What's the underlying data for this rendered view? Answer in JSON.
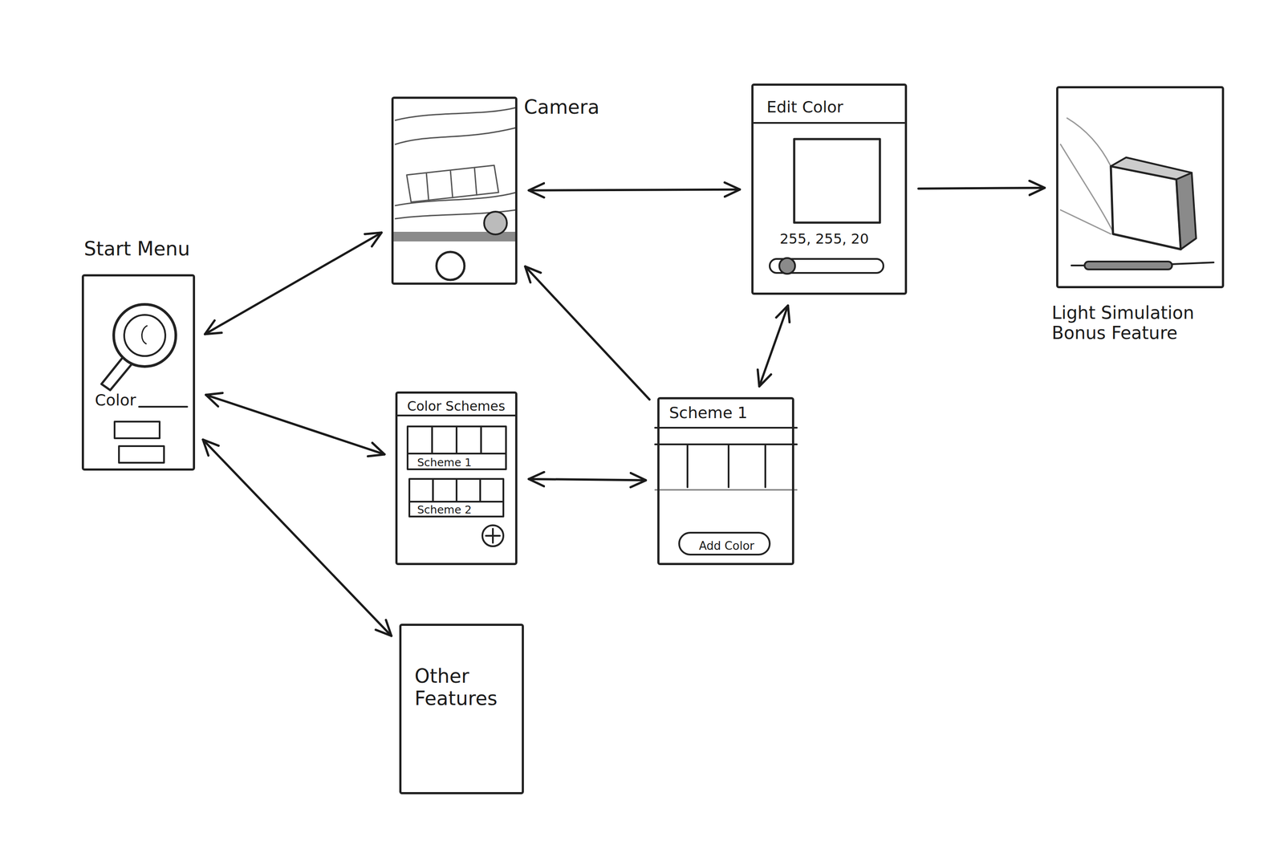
{
  "diagram": {
    "nodes": [
      {
        "text": [
          "Start Menu",
          "Color"
        ]
      },
      {
        "text": [
          "Camera"
        ]
      },
      {
        "text": [
          "Edit Color",
          "255, 255, 20"
        ]
      },
      {
        "text": [
          "Light Simulation Bonus Feature"
        ]
      },
      {
        "text": [
          "Color Schemes",
          "Scheme 1",
          "Scheme 2"
        ]
      },
      {
        "text": [
          "Scheme 1",
          "Add Color"
        ]
      },
      {
        "text": [
          "Other Features"
        ]
      }
    ],
    "edges": [
      {
        "from": 0,
        "to": 1,
        "arrow": "both"
      },
      {
        "from": 1,
        "to": 2,
        "arrow": "both"
      },
      {
        "from": 2,
        "to": 3,
        "arrow": "to"
      },
      {
        "from": 0,
        "to": 4,
        "arrow": "both"
      },
      {
        "from": 4,
        "to": 5,
        "arrow": "both"
      },
      {
        "from": 5,
        "to": 1,
        "arrow": "to"
      },
      {
        "from": 5,
        "to": 2,
        "arrow": "both"
      },
      {
        "from": 0,
        "to": 6,
        "arrow": "both"
      }
    ]
  }
}
